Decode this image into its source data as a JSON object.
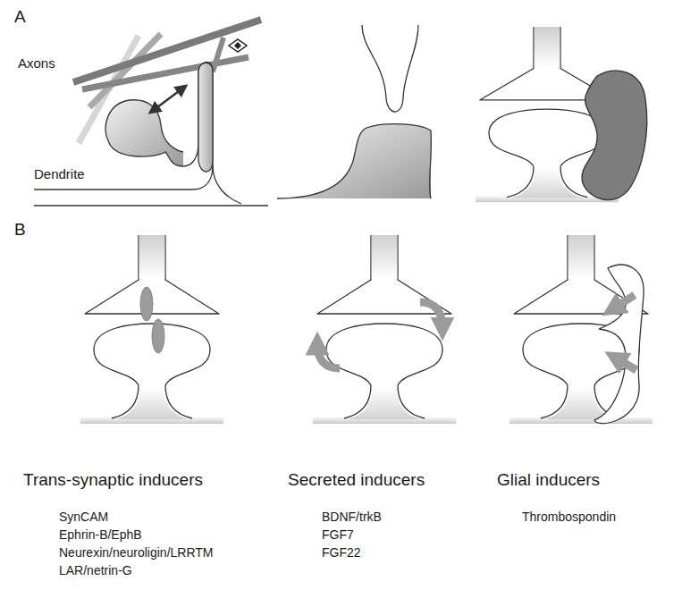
{
  "diagram": {
    "labels": [
      "A",
      "Axons",
      "Dendrite",
      "B",
      "Trans-synaptic inducers",
      "SynCAM",
      "Ephrin-B/EphB",
      "Neurexin/neuroligin/LRRTM",
      "LAR/netrin-G",
      "Secreted inducers",
      "BDNF/trkB",
      "FGF7",
      "FGF22",
      "Glial inducers",
      "Thrombospondin"
    ]
  }
}
